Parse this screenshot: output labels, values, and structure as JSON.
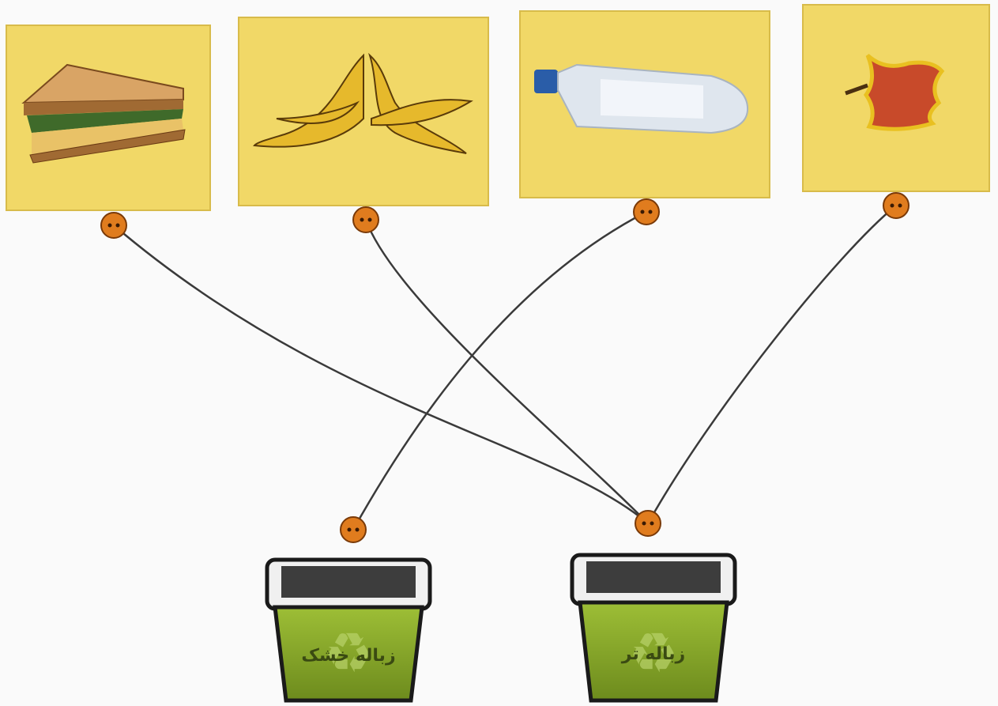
{
  "items": [
    {
      "icon": "sandwich-icon",
      "card_color": "#f1d867"
    },
    {
      "icon": "banana-peel-icon",
      "card_color": "#f1d867"
    },
    {
      "icon": "plastic-bottle-icon",
      "card_color": "#f1d867"
    },
    {
      "icon": "apple-core-icon",
      "card_color": "#f1d867"
    }
  ],
  "bins": [
    {
      "label": "زباله خشک",
      "icon": "recycle-bin-icon"
    },
    {
      "label": "زباله تر",
      "icon": "recycle-bin-icon"
    }
  ],
  "connections": [
    {
      "from_item": 0,
      "to_bin": 1
    },
    {
      "from_item": 1,
      "to_bin": 1
    },
    {
      "from_item": 2,
      "to_bin": 0
    },
    {
      "from_item": 3,
      "to_bin": 1
    }
  ],
  "colors": {
    "dot": "#e07c1e",
    "bin_body": "#8cad2c",
    "bin_rim": "#f0f0f0",
    "line": "#3a3a3a"
  }
}
